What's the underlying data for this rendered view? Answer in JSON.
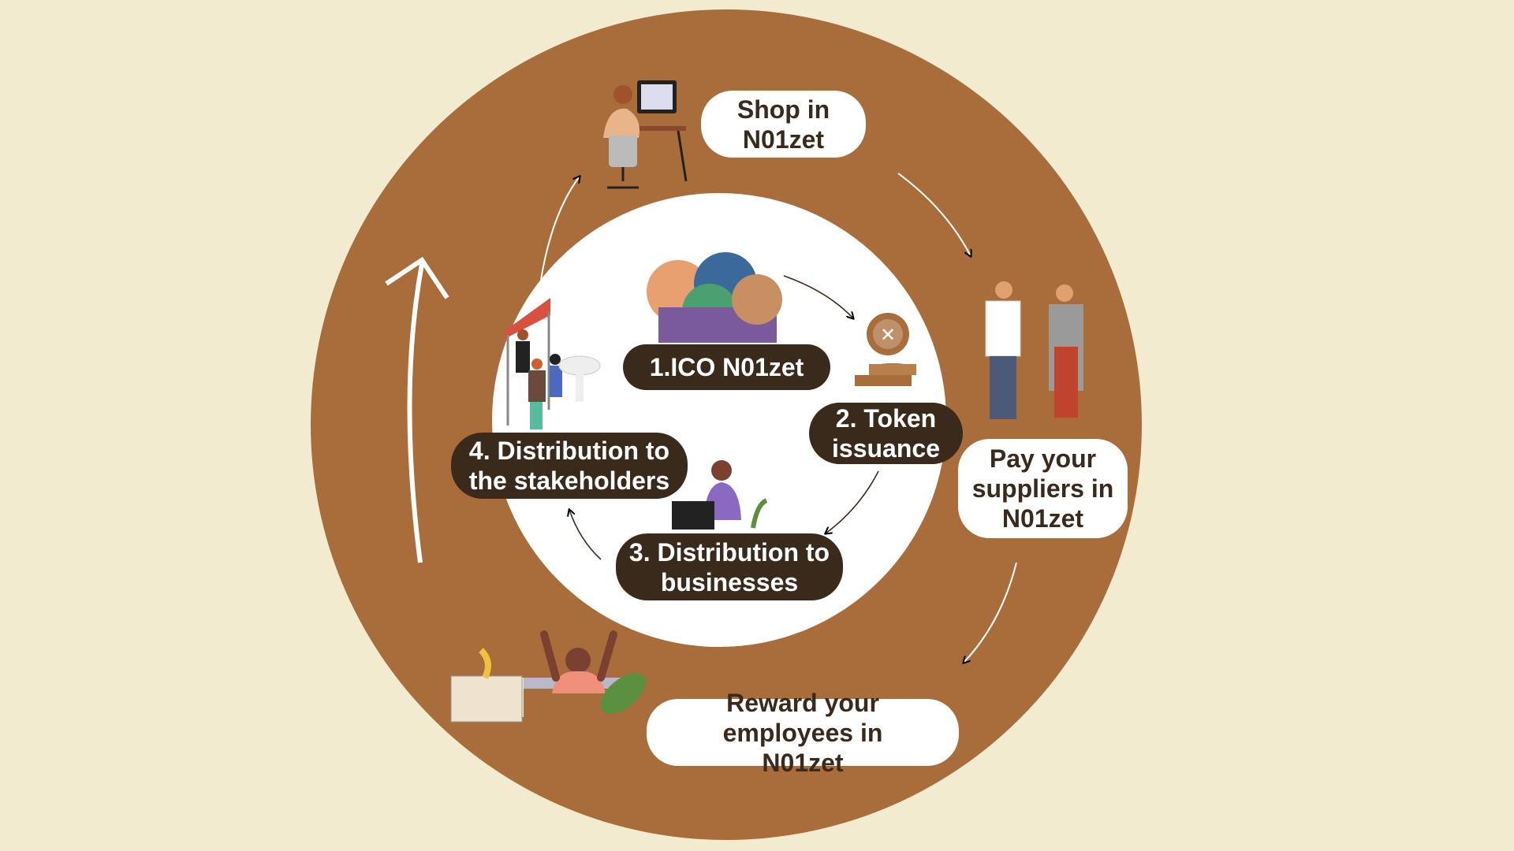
{
  "outer_steps": [
    {
      "label": "Shop in N01zet"
    },
    {
      "label": "Pay your suppliers in N01zet"
    },
    {
      "label": "Reward your employees in N01zet"
    }
  ],
  "inner_steps": [
    {
      "label": "1.ICO N01zet"
    },
    {
      "label": "2. Token issuance"
    },
    {
      "label": "3. Distribution to businesses"
    },
    {
      "label": "4. Distribution to the stakeholders"
    }
  ],
  "colors": {
    "background": "#f3ebcf",
    "ring": "#a86d3a",
    "dark_pill": "#3a2a1c",
    "white": "#ffffff"
  }
}
